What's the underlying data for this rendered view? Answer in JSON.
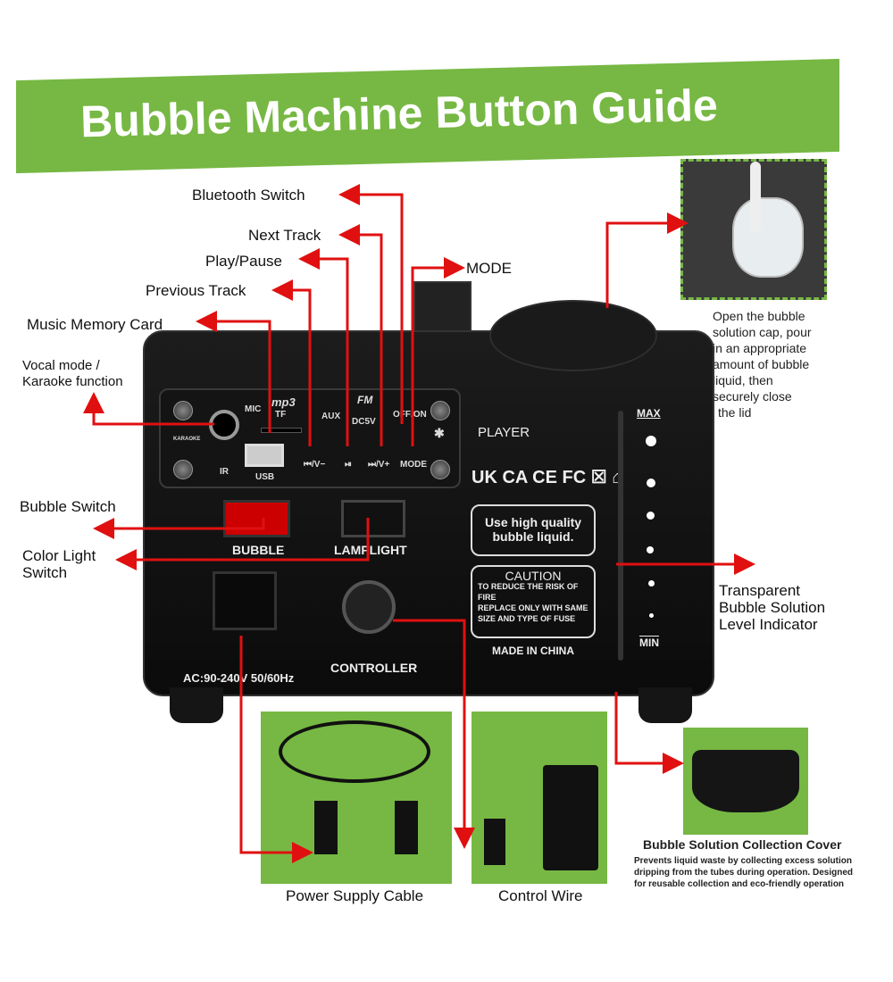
{
  "title": "Bubble Machine Button Guide",
  "callouts": {
    "bluetooth": "Bluetooth Switch",
    "next": "Next Track",
    "play": "Play/Pause",
    "mode": "MODE",
    "previous": "Previous Track",
    "memory": "Music Memory Card",
    "vocal1": "Vocal mode /",
    "vocal2": "Karaoke function",
    "bubble": "Bubble Switch",
    "color1": "Color Light",
    "color2": "Switch",
    "level1": "Transparent",
    "level2": "Bubble Solution",
    "level3": "Level Indicator",
    "cap": [
      "Open the bubble",
      "solution cap, pour",
      "in an appropriate",
      "amount of bubble",
      "liquid, then",
      "securely close",
      "the lid"
    ],
    "cable": "Power Supply Cable",
    "wire": "Control Wire",
    "cover_title": "Bubble Solution Collection Cover",
    "cover_desc": [
      "Prevents liquid waste by collecting excess solution",
      "dripping from the tubes during operation.  Designed",
      "for reusable collection and eco-friendly operation"
    ]
  },
  "panel": {
    "mic": "MIC",
    "mp3": "mp3",
    "tf": "TF",
    "aux": "AUX",
    "brand": "FM",
    "dc": "DC5V",
    "offon": "OFF/ON",
    "usb": "USB",
    "ir": "IR",
    "prev": "⏮/V−",
    "play": "⏯",
    "next": "⏭/V+",
    "mode": "MODE",
    "karaoke": "KARAOKE",
    "bt": "✱"
  },
  "machine": {
    "player": "PLAYER",
    "certs": "UK CA CE FC ☒ ⌂",
    "quality": [
      "Use high quality",
      "bubble liquid."
    ],
    "caution": "CAUTION",
    "caution_text": [
      "TO REDUCE THE RISK OF",
      "FIRE",
      "REPLACE ONLY WITH SAME",
      "SIZE AND TYPE OF FUSE"
    ],
    "made": "MADE IN CHINA",
    "bubble": "BUBBLE",
    "lamp": "LAMPLIGHT",
    "controller": "CONTROLLER",
    "power": "AC:90-240V  50/60Hz",
    "max": "MAX",
    "min": "MIN"
  },
  "colors": {
    "green": "#76b843",
    "red": "#e01010"
  }
}
